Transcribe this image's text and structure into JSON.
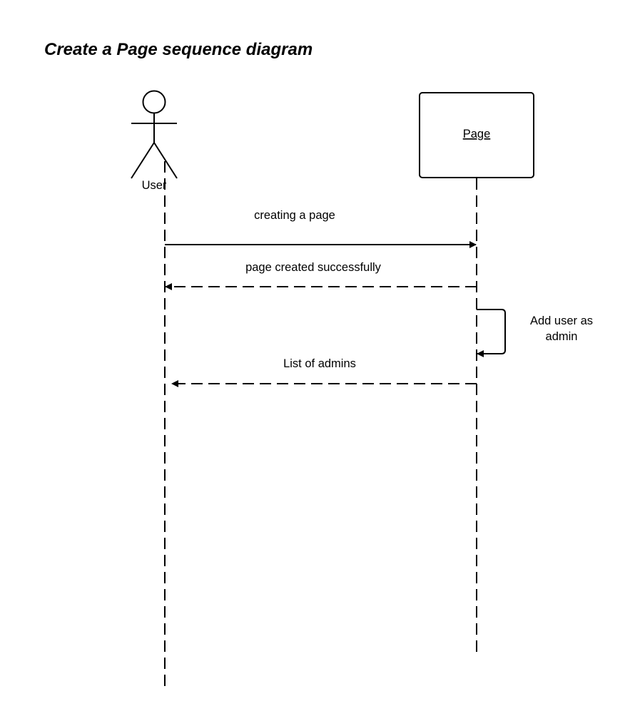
{
  "title": "Create a Page sequence diagram",
  "participants": {
    "user": {
      "label": "User",
      "kind": "actor"
    },
    "page": {
      "label": "Page",
      "kind": "object"
    }
  },
  "messages": {
    "m1": {
      "label": "creating a page",
      "style": "solid",
      "from": "User",
      "to": "Page"
    },
    "m2": {
      "label": "page created successfully",
      "style": "dashed",
      "from": "Page",
      "to": "User"
    },
    "m3": {
      "label_line1": "Add user as",
      "label_line2": "admin",
      "style": "self",
      "from": "Page",
      "to": "Page"
    },
    "m4": {
      "label": "List of admins",
      "style": "dashed",
      "from": "Page",
      "to": "User"
    }
  },
  "colors": {
    "stroke": "#000000",
    "background": "#ffffff"
  }
}
